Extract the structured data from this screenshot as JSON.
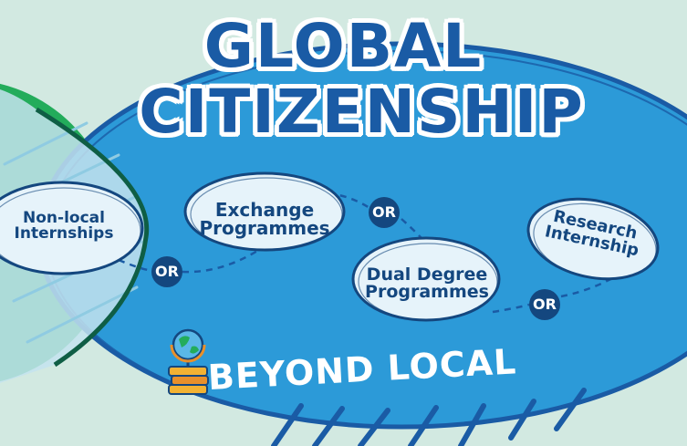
{
  "title": {
    "line1": "GLOBAL",
    "line2": "CITIZENSHIP"
  },
  "nodes": {
    "non_local": {
      "line1": "Non-local",
      "line2": "Internships"
    },
    "exchange": {
      "line1": "Exchange",
      "line2": "Programmes"
    },
    "dual_degree": {
      "line1": "Dual Degree",
      "line2": "Programmes"
    },
    "research": {
      "line1": "Research",
      "line2": "Internship"
    }
  },
  "connectors": {
    "or_1": "OR",
    "or_2": "OR",
    "or_3": "OR"
  },
  "footer": {
    "text": "BEYOND LOCAL",
    "icon": "globe-icon"
  },
  "colors": {
    "background": "#d2e9e1",
    "main_blue": "#2c9ad8",
    "dark_blue": "#1a5ba5",
    "green": "#23ac5b",
    "node_fill": "#e6f3fa",
    "text_dark": "#14477f"
  }
}
